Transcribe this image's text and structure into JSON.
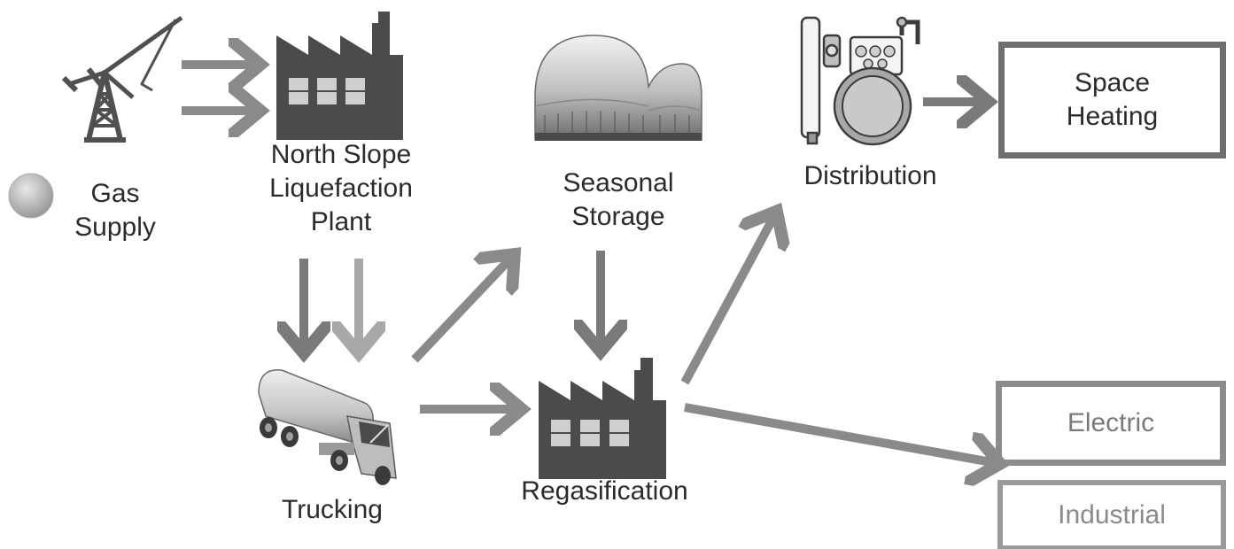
{
  "nodes": {
    "gas_supply": "Gas\nSupply",
    "liquefaction": "North Slope\nLiquefaction\nPlant",
    "seasonal_storage": "Seasonal\nStorage",
    "distribution": "Distribution",
    "trucking": "Trucking",
    "regasification": "Regasification"
  },
  "end_uses": {
    "space_heating": "Space\nHeating",
    "electric": "Electric",
    "industrial": "Industrial"
  },
  "colors": {
    "arrow": "#8a8a8a",
    "arrow_light": "#a8a8a8",
    "factory": "#4b4b4b",
    "box_dark": "#6e6e6e",
    "box_light": "#8c8c8c"
  },
  "icons": [
    "drilling-rig-icon",
    "factory-icon",
    "storage-tank-icon",
    "gas-meter-icon",
    "tanker-truck-icon",
    "supply-dot-icon"
  ]
}
